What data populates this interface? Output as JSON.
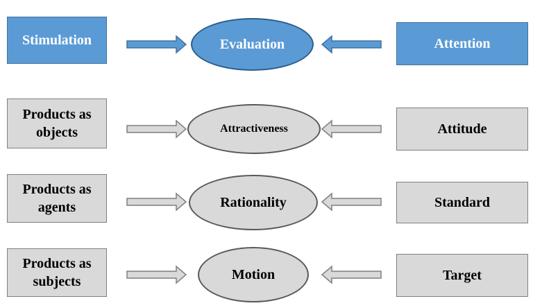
{
  "rows": [
    {
      "left": "Stimulation",
      "center": "Evaluation",
      "right": "Attention"
    },
    {
      "left": [
        "Products as",
        "objects"
      ],
      "center": "Attractiveness",
      "right": "Attitude"
    },
    {
      "left": [
        "Products as",
        "agents"
      ],
      "center": "Rationality",
      "right": "Standard"
    },
    {
      "left": [
        "Products as",
        "subjects"
      ],
      "center": "Motion",
      "right": "Target"
    }
  ],
  "colors": {
    "header_fill": "#5b9bd5",
    "header_border": "#41719c",
    "header_ellipse_border": "#2e5e8a",
    "header_arrow_fill": "#5b9bd5",
    "gray_fill": "#d9d9d9",
    "gray_border": "#7f7f7f",
    "gray_arrow_fill": "#d9d9d9"
  }
}
